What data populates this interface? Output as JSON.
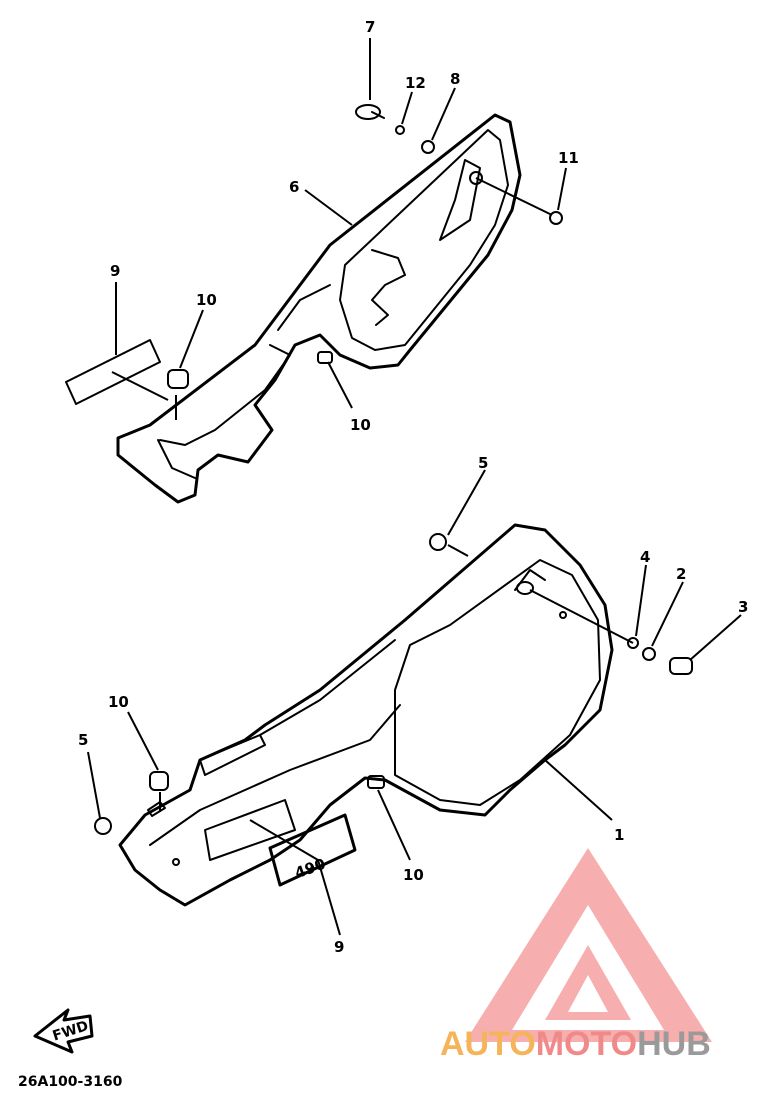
{
  "diagram": {
    "drawing_code": "26A100-3160",
    "fwd_label": "FWD",
    "decal_text": "490",
    "callouts": [
      {
        "id": "c7",
        "label": "7"
      },
      {
        "id": "c12",
        "label": "12"
      },
      {
        "id": "c8",
        "label": "8"
      },
      {
        "id": "c6",
        "label": "6"
      },
      {
        "id": "c11",
        "label": "11"
      },
      {
        "id": "c9a",
        "label": "9"
      },
      {
        "id": "c10a",
        "label": "10"
      },
      {
        "id": "c10b",
        "label": "10"
      },
      {
        "id": "c5a",
        "label": "5"
      },
      {
        "id": "c4",
        "label": "4"
      },
      {
        "id": "c2",
        "label": "2"
      },
      {
        "id": "c3",
        "label": "3"
      },
      {
        "id": "c10c",
        "label": "10"
      },
      {
        "id": "c5b",
        "label": "5"
      },
      {
        "id": "c1",
        "label": "1"
      },
      {
        "id": "c10d",
        "label": "10"
      },
      {
        "id": "c9b",
        "label": "9"
      }
    ]
  },
  "watermark": {
    "part1": "AUTO",
    "part2": "MOTO",
    "part3": "HUB",
    "colors": {
      "triangle": "#f4a0a0",
      "auto": "#f6b45a",
      "moto": "#f08a8a",
      "hub": "#9a9a9a"
    }
  }
}
